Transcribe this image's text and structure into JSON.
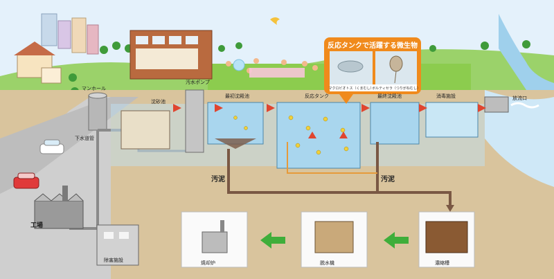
{
  "labels": {
    "manhole": "マンホール",
    "sewer_pipe": "下水道管",
    "factory": "工場",
    "pretreatment": "除害施設",
    "sand_basin": "沈砂池",
    "pump": "汚水ポンプ",
    "primary_sed": "最初沈殿池",
    "reaction_tank": "反応タンク",
    "final_sed": "最終沈殿池",
    "disinfection": "消毒施設",
    "outfall": "放流口",
    "sludge_left": "汚泥",
    "sludge_right": "汚泥",
    "thickener": "濃縮槽",
    "dewatering": "脱水機",
    "incinerator": "焼却炉"
  },
  "callout": {
    "title": "反応タンクで活躍する微生物",
    "organism_1": "マクロビオトス（くまむし）",
    "organism_2": "ボルティセラ（つりがねむし）"
  },
  "colors": {
    "sky": "#e4f1fb",
    "soil": "#d9c49d",
    "water": "#9fd0ec",
    "sea": "#cfe8f7",
    "pipe": "#7a5844",
    "pipe_gray": "#8a8a8a",
    "arrow_red": "#e0452f",
    "arrow_green": "#3fae3a",
    "callout": "#f08a1c",
    "grass": "#8ccc4e"
  }
}
